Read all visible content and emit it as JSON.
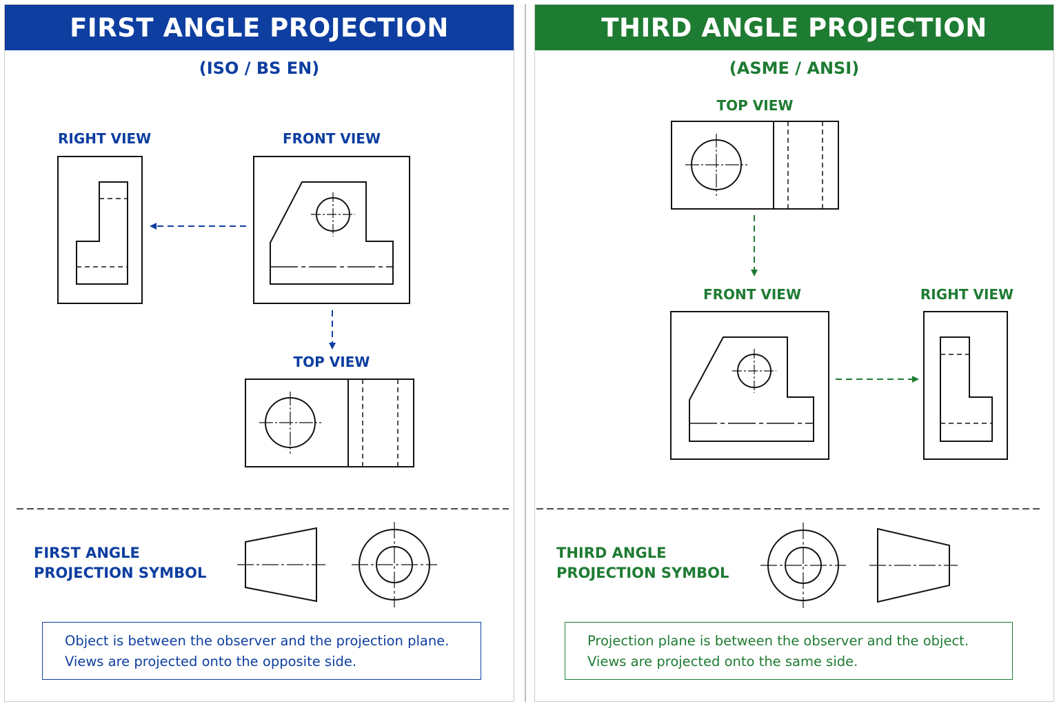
{
  "first_angle": {
    "title": "FIRST ANGLE PROJECTION",
    "standard": "(ISO / BS EN)",
    "right_view_label": "RIGHT VIEW",
    "front_view_label": "FRONT VIEW",
    "top_view_label": "TOP VIEW",
    "symbol_label_line1": "FIRST ANGLE",
    "symbol_label_line2": "PROJECTION SYMBOL",
    "note_line1": "Object is between the observer and the projection plane.",
    "note_line2": "Views are projected onto the opposite side.",
    "color": "#0d3ea0"
  },
  "third_angle": {
    "title": "THIRD ANGLE PROJECTION",
    "standard": "(ASME / ANSI)",
    "top_view_label": "TOP VIEW",
    "front_view_label": "FRONT VIEW",
    "right_view_label": "RIGHT VIEW",
    "symbol_label_line1": "THIRD ANGLE",
    "symbol_label_line2": "PROJECTION SYMBOL",
    "note_line1": "Projection plane is between the observer and the object.",
    "note_line2": "Views are projected onto the same side.",
    "color": "#1e7b32"
  }
}
